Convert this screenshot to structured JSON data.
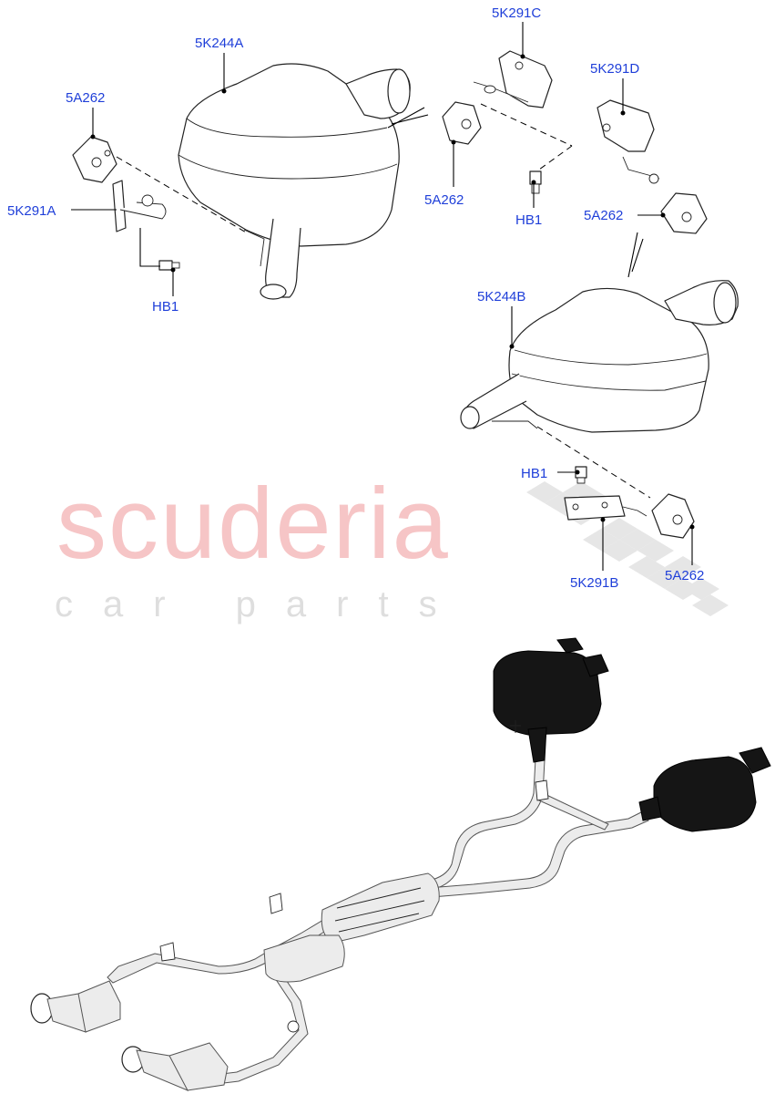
{
  "watermark": {
    "brand": "scuderia",
    "tagline": "car parts",
    "brand_color": "#f6c5c6"
  },
  "callouts": {
    "muffler_a": "5K244A",
    "muffler_b": "5K244B",
    "bracket_a": "5K291A",
    "bracket_b": "5K291B",
    "bracket_c": "5K291C",
    "bracket_d": "5K291D",
    "hanger_1": "5A262",
    "hanger_2": "5A262",
    "hanger_3": "5A262",
    "hanger_4": "5A262",
    "bolt_1": "HB1",
    "bolt_2": "HB1",
    "bolt_3": "HB1"
  },
  "colors": {
    "callout_text": "#1f3fd9",
    "leader": "#000000",
    "part_outline": "#222222"
  }
}
